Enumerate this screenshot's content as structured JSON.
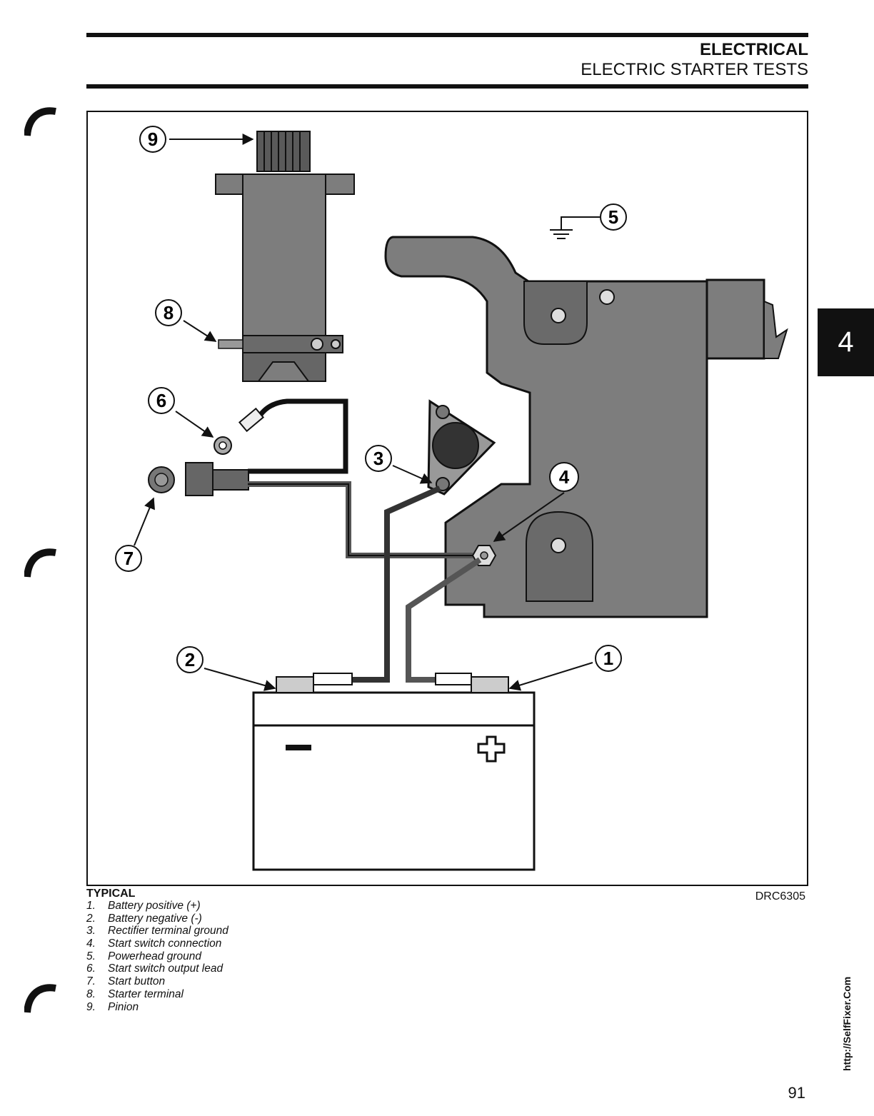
{
  "header": {
    "section": "ELECTRICAL",
    "title": "ELECTRIC STARTER TESTS"
  },
  "chapter_tab": "4",
  "figure": {
    "callouts": [
      "1",
      "2",
      "3",
      "4",
      "5",
      "6",
      "7",
      "8",
      "9"
    ],
    "code": "DRC6305"
  },
  "caption": {
    "heading": "TYPICAL",
    "items": [
      {
        "num": "1.",
        "label": "Battery positive (+)"
      },
      {
        "num": "2.",
        "label": "Battery negative (-)"
      },
      {
        "num": "3.",
        "label": "Rectifier terminal ground"
      },
      {
        "num": "4.",
        "label": "Start switch connection"
      },
      {
        "num": "5.",
        "label": "Powerhead ground"
      },
      {
        "num": "6.",
        "label": "Start switch output lead"
      },
      {
        "num": "7.",
        "label": "Start button"
      },
      {
        "num": "8.",
        "label": "Starter terminal"
      },
      {
        "num": "9.",
        "label": "Pinion"
      }
    ]
  },
  "page_number": "91",
  "site_url": "http://SelfFixer.Com",
  "colors": {
    "ink": "#111111",
    "part_fill": "#7d7d7d",
    "part_dark": "#4a4a4a",
    "tab_bg": "#111111"
  }
}
